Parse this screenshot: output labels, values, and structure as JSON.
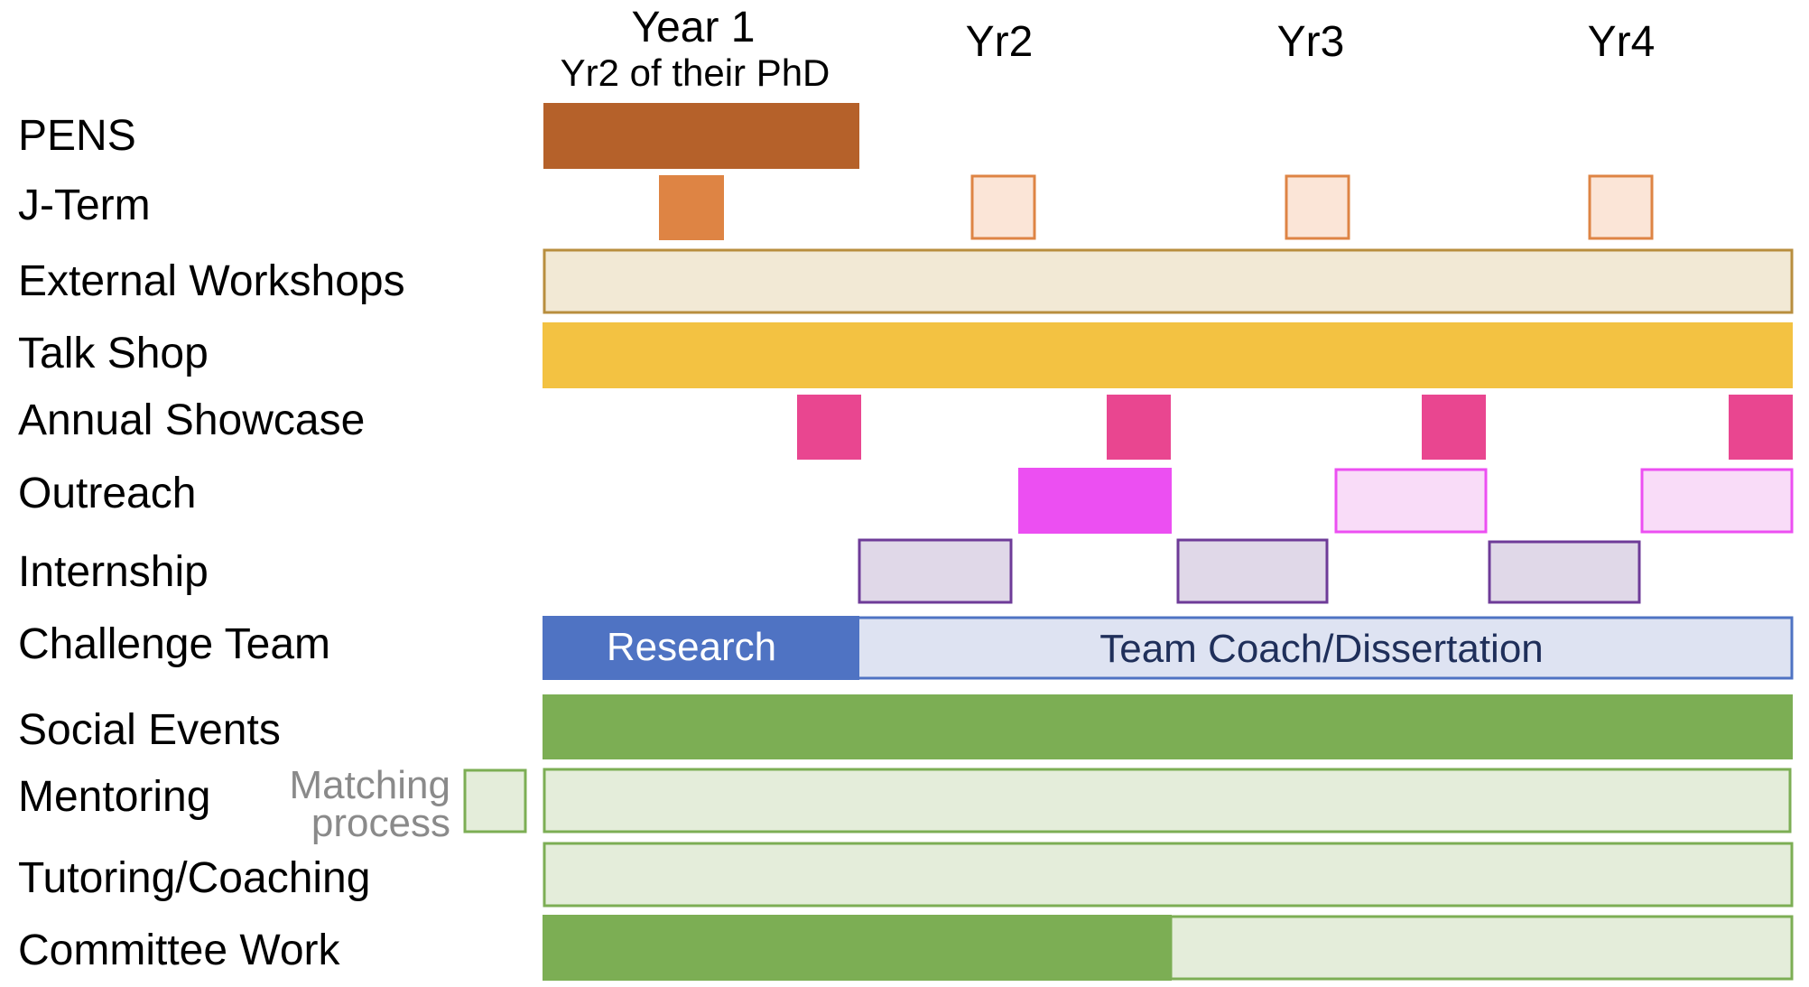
{
  "columns": [
    {
      "label": "Year 1",
      "sublabel": "Yr2 of their PhD"
    },
    {
      "label": "Yr2"
    },
    {
      "label": "Yr3"
    },
    {
      "label": "Yr4"
    }
  ],
  "rows": [
    {
      "label": "PENS"
    },
    {
      "label": "J-Term"
    },
    {
      "label": "External Workshops"
    },
    {
      "label": "Talk Shop"
    },
    {
      "label": "Annual Showcase"
    },
    {
      "label": "Outreach"
    },
    {
      "label": "Internship"
    },
    {
      "label": "Challenge Team",
      "segments": [
        {
          "text": "Research"
        },
        {
          "text": "Team Coach/Dissertation"
        }
      ]
    },
    {
      "label": "Social Events"
    },
    {
      "label": "Mentoring",
      "note": [
        "Matching",
        "process"
      ]
    },
    {
      "label": "Tutoring/Coaching"
    },
    {
      "label": "Committee Work"
    }
  ],
  "colors": {
    "pens": "#b5612a",
    "jterm_fill": "#de8444",
    "jterm_light": "#fbe5d7",
    "jterm_border": "#de8444",
    "workshops_fill": "#f2e9d5",
    "workshops_border": "#b88e3e",
    "talkshop": "#f3c242",
    "showcase": "#e94690",
    "outreach_fill": "#ec4ff2",
    "outreach_light": "#f9dcf8",
    "outreach_border": "#ec4ff2",
    "internship_fill": "#e0d8e8",
    "internship_border": "#6e3b98",
    "research_fill": "#4f73c3",
    "coach_fill": "#dee3f2",
    "team_border": "#4f73c3",
    "coach_text": "#1f2f5a",
    "green": "#7cae54",
    "green_light": "#e4edda",
    "green_border": "#7cae54",
    "note_text": "#8a8a8a"
  }
}
